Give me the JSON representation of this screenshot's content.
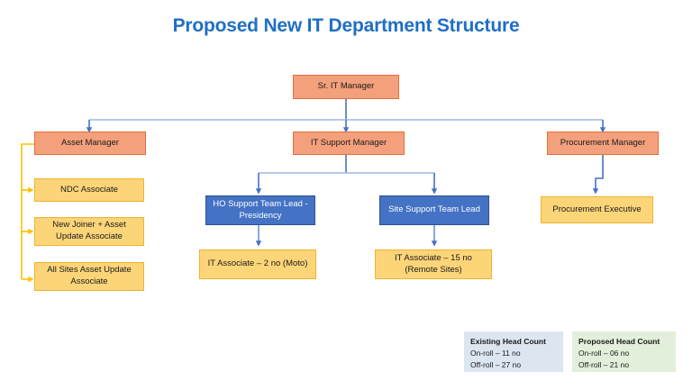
{
  "title": "Proposed New IT Department Structure",
  "colors": {
    "title": "#1F6FC4",
    "manager_fill": "#F4A07C",
    "manager_border": "#E2703A",
    "lead_fill": "#4472C4",
    "lead_border": "#2F528F",
    "associate_fill": "#FCD579",
    "associate_border": "#F0B32E",
    "connector_blue": "#4472C4",
    "connector_bus": "#9DB7E3",
    "connector_amber": "#FFC000",
    "legend_existing_bg": "#DCE6F1",
    "legend_proposed_bg": "#E2EFDA"
  },
  "nodes": {
    "sr_it_manager": "Sr. IT Manager",
    "asset_manager": "Asset Manager",
    "it_support_manager": "IT Support Manager",
    "procurement_manager": "Procurement Manager",
    "ndc_associate": "NDC Associate",
    "new_joiner_associate": "New Joiner + Asset Update Associate",
    "all_sites_associate": "All Sites Asset Update Associate",
    "ho_support_team_lead": "HO Support Team Lead - Presidency",
    "site_support_team_lead": "Site Support Team Lead",
    "it_associate_moto": "IT Associate – 2 no (Moto)",
    "it_associate_remote": "IT Associate – 15 no (Remote Sites)",
    "procurement_executive": "Procurement Executive"
  },
  "legend": {
    "existing": {
      "heading": "Existing Head Count",
      "on_roll": "On-roll – 11 no",
      "off_roll": "Off-roll – 27 no"
    },
    "proposed": {
      "heading": "Proposed Head Count",
      "on_roll": "On-roll – 06 no",
      "off_roll": "Off-roll – 21 no"
    }
  }
}
